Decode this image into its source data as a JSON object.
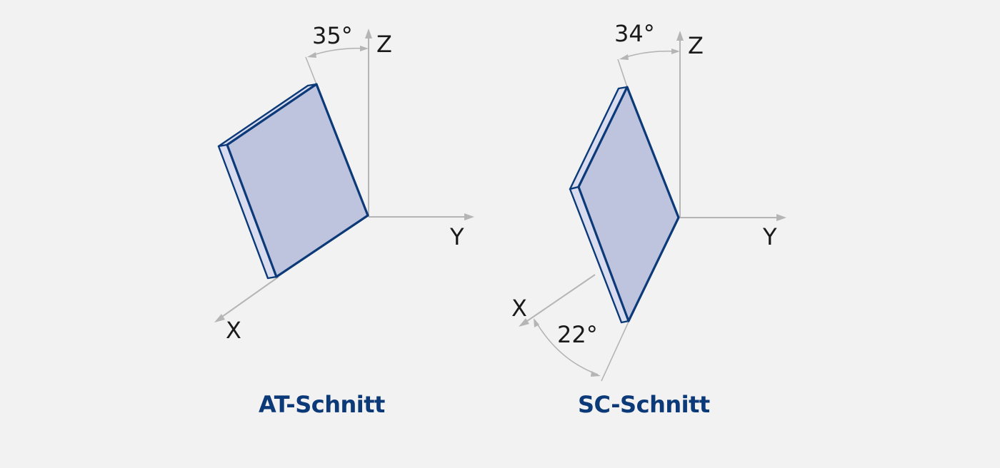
{
  "diagrams": [
    {
      "caption": "AT-Schnitt",
      "axes": {
        "z": "Z",
        "y": "Y",
        "x": "X"
      },
      "angles": [
        {
          "label": "35°",
          "between": "plate normal and Z axis"
        }
      ]
    },
    {
      "caption": "SC-Schnitt",
      "axes": {
        "z": "Z",
        "y": "Y",
        "x": "X"
      },
      "angles": [
        {
          "label": "34°",
          "between": "plate edge and Z axis"
        },
        {
          "label": "22°",
          "between": "plate edge projection and X axis"
        }
      ]
    }
  ],
  "colors": {
    "background": "#f2f2f2",
    "plate_face": "#bec3de",
    "plate_edge": "#d9dcee",
    "outline": "#0c3a78",
    "axis": "#b5b5b5",
    "caption": "#0c3a78"
  }
}
